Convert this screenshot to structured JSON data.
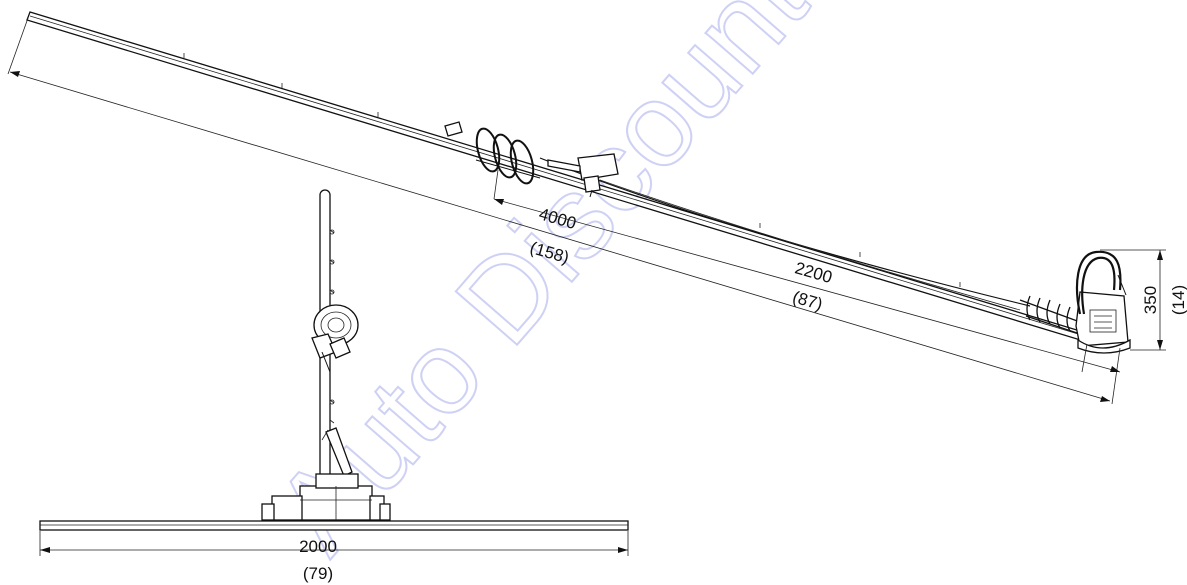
{
  "watermark": {
    "text": "Auto Discount-Eq",
    "color": "#c9cdf3"
  },
  "dimensions": {
    "beam_total": {
      "mm": "4000",
      "in": "(158)"
    },
    "beam_segment": {
      "mm": "2200",
      "in": "(87)"
    },
    "head_height": {
      "mm": "350",
      "in": "(14)"
    },
    "screed_width": {
      "mm": "2000",
      "in": "(79)"
    }
  },
  "colors": {
    "line": "#111111",
    "background": "#ffffff"
  }
}
